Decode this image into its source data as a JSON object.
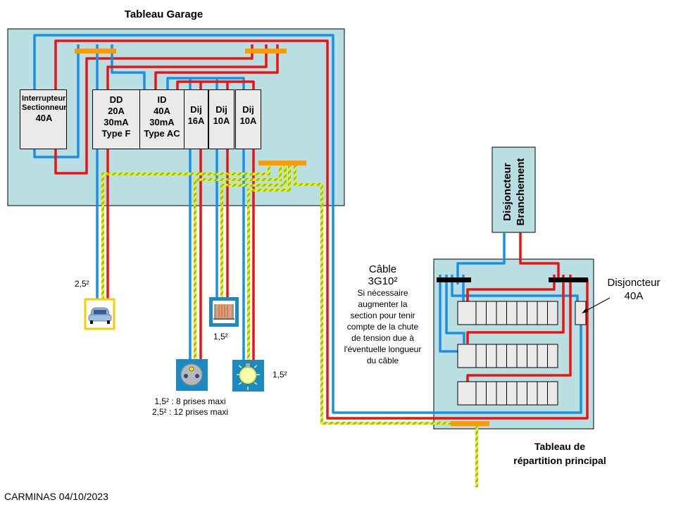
{
  "title_garage": "Tableau Garage",
  "garage_modules": [
    {
      "id": "interrupteur",
      "lines": [
        "Interrupteur",
        "Sectionneur",
        "40A"
      ]
    },
    {
      "id": "dd",
      "lines": [
        "DD",
        "20A",
        "30mA",
        "Type F"
      ]
    },
    {
      "id": "id",
      "lines": [
        "ID",
        "40A",
        "30mA",
        "Type AC"
      ]
    },
    {
      "id": "dij16",
      "lines": [
        "Dij",
        "16A"
      ]
    },
    {
      "id": "dij10a",
      "lines": [
        "Dij",
        "10A"
      ]
    },
    {
      "id": "dij10b",
      "lines": [
        "Dij",
        "10A"
      ]
    }
  ],
  "branchement": {
    "line1": "Disjoncteur",
    "line2": "Branchement"
  },
  "cable_note": {
    "title1": "Câble",
    "title2": "3G10²",
    "body": [
      "Si nécessaire",
      "augmenter  la",
      "section pour tenir",
      "compte de la chute",
      "de tension due à",
      "l'éventuelle  longueur",
      "du câble"
    ]
  },
  "disjoncteur_40": {
    "line1": "Disjoncteur",
    "line2": "40A"
  },
  "title_main": {
    "line1": "Tableau de",
    "line2": "répartition principal"
  },
  "labels": {
    "car_section": "2,5²",
    "gate_section": "1,5²",
    "light_section": "1,5²",
    "outlet_note1": "1,5² : 8 prises maxi",
    "outlet_note2": "2,5² : 12 prises maxi"
  },
  "footer": "CARMINAS 04/10/2023",
  "colors": {
    "phase": "#ee1111",
    "neutral": "#1a8fe6",
    "earth": "#e8e800",
    "earth_stripe": "#8abf2a",
    "panel": "#b9dfe3",
    "busbar": "#ff9900",
    "module": "#eaeaea",
    "device_box": "#1b8ac2"
  },
  "loads": [
    {
      "id": "car",
      "icon": "car-icon"
    },
    {
      "id": "gate",
      "icon": "gate-icon"
    },
    {
      "id": "outlet",
      "icon": "outlet-icon"
    },
    {
      "id": "light",
      "icon": "lightbulb-icon"
    }
  ]
}
